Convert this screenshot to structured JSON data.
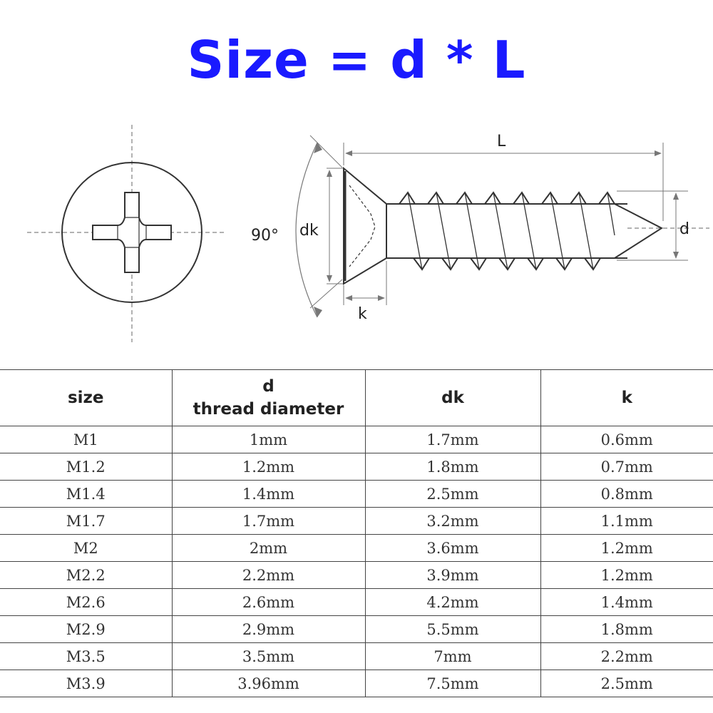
{
  "title": "Size = d * L",
  "labels": {
    "angle": "90°",
    "head_diameter": "dk",
    "length": "L",
    "head_height": "k",
    "thread_diameter": "d"
  },
  "table": {
    "headers": [
      {
        "line1": "size",
        "line2": ""
      },
      {
        "line1": "d",
        "line2": "thread diameter"
      },
      {
        "line1": "dk",
        "line2": ""
      },
      {
        "line1": "k",
        "line2": ""
      }
    ],
    "rows": [
      [
        "M1",
        "1mm",
        "1.7mm",
        "0.6mm"
      ],
      [
        "M1.2",
        "1.2mm",
        "1.8mm",
        "0.7mm"
      ],
      [
        "M1.4",
        "1.4mm",
        "2.5mm",
        "0.8mm"
      ],
      [
        "M1.7",
        "1.7mm",
        "3.2mm",
        "1.1mm"
      ],
      [
        "M2",
        "2mm",
        "3.6mm",
        "1.2mm"
      ],
      [
        "M2.2",
        "2.2mm",
        "3.9mm",
        "1.2mm"
      ],
      [
        "M2.6",
        "2.6mm",
        "4.2mm",
        "1.4mm"
      ],
      [
        "M2.9",
        "2.9mm",
        "5.5mm",
        "1.8mm"
      ],
      [
        "M3.5",
        "3.5mm",
        "7mm",
        "2.2mm"
      ],
      [
        "M3.9",
        "3.96mm",
        "7.5mm",
        "2.5mm"
      ]
    ]
  },
  "colors": {
    "title": "#1a1aff",
    "line": "#333333"
  }
}
